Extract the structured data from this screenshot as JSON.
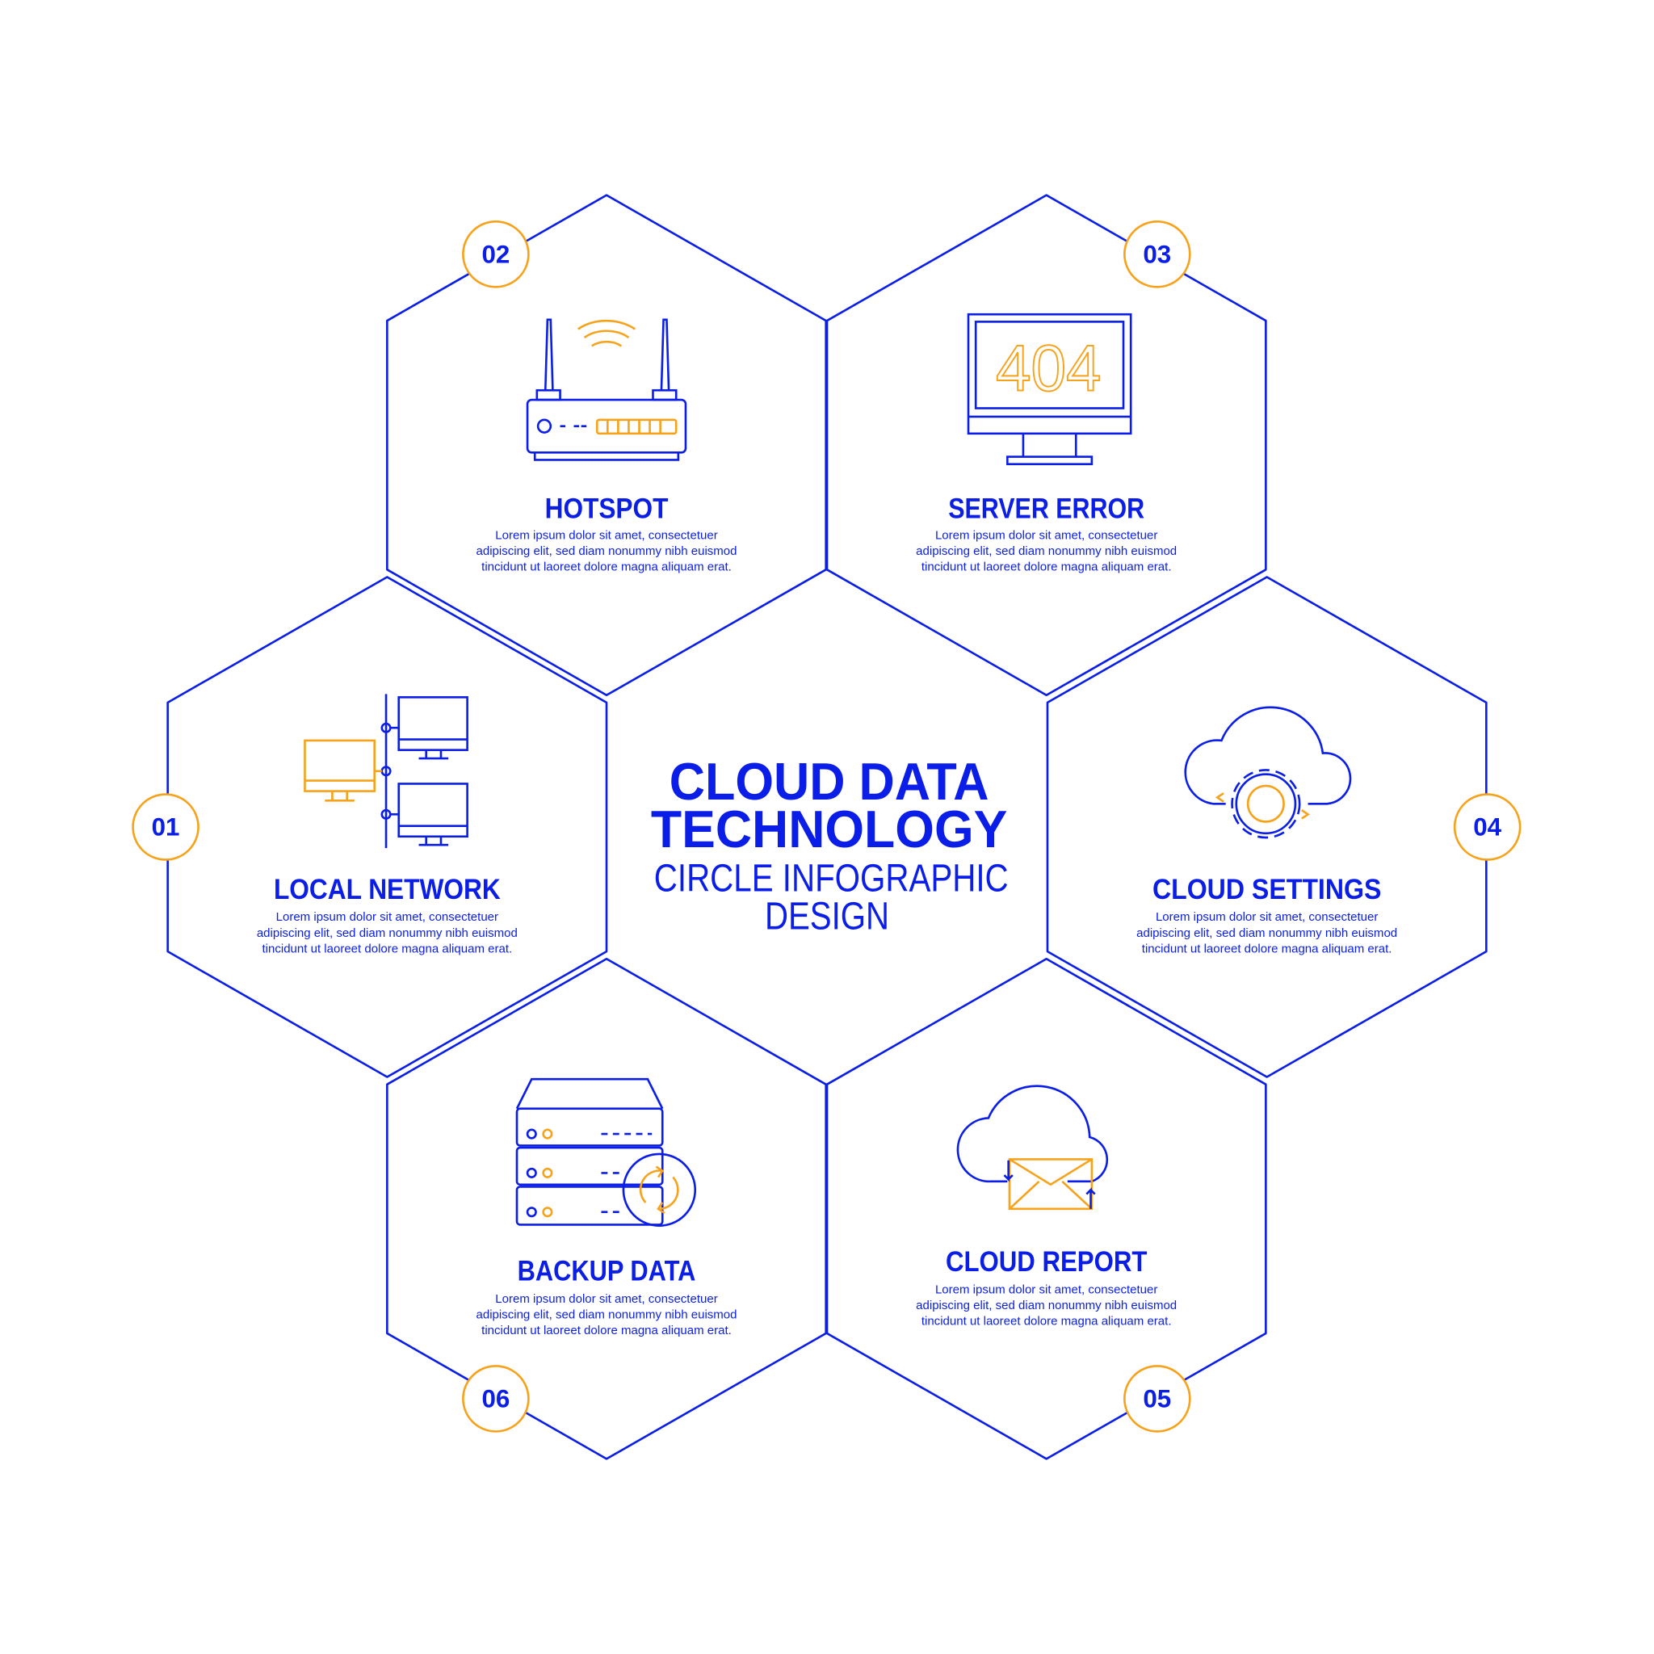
{
  "center": {
    "title_line1": "CLOUD DATA",
    "title_line2": "TECHNOLOGY",
    "subtitle_line1": "CIRCLE INFOGRAPHIC",
    "subtitle_line2": "DESIGN"
  },
  "colors": {
    "primary": "#0A1EE8",
    "accent": "#F7A21B",
    "background": "#FFFFFF"
  },
  "steps": [
    {
      "number": "01",
      "title": "LOCAL NETWORK",
      "icon": "local-network-icon",
      "body": [
        "Lorem ipsum dolor sit amet, consectetuer",
        "adipiscing elit, sed diam nonummy nibh euismod",
        "tincidunt ut laoreet dolore magna aliquam erat."
      ]
    },
    {
      "number": "02",
      "title": "HOTSPOT",
      "icon": "router-icon",
      "body": [
        "Lorem ipsum dolor sit amet, consectetuer",
        "adipiscing elit, sed diam nonummy nibh euismod",
        "tincidunt ut laoreet dolore magna aliquam erat."
      ]
    },
    {
      "number": "03",
      "title": "SERVER ERROR",
      "icon": "monitor-404-icon",
      "icon_text": "404",
      "body": [
        "Lorem ipsum dolor sit amet, consectetuer",
        "adipiscing elit, sed diam nonummy nibh euismod",
        "tincidunt ut laoreet dolore magna aliquam erat."
      ]
    },
    {
      "number": "04",
      "title": "CLOUD SETTINGS",
      "icon": "cloud-gear-icon",
      "body": [
        "Lorem ipsum dolor sit amet, consectetuer",
        "adipiscing elit, sed diam nonummy nibh euismod",
        "tincidunt ut laoreet dolore magna aliquam erat."
      ]
    },
    {
      "number": "05",
      "title": "CLOUD REPORT",
      "icon": "cloud-mail-icon",
      "body": [
        "Lorem ipsum dolor sit amet, consectetuer",
        "adipiscing elit, sed diam nonummy nibh euismod",
        "tincidunt ut laoreet dolore magna aliquam erat."
      ]
    },
    {
      "number": "06",
      "title": "BACKUP DATA",
      "icon": "server-backup-icon",
      "body": [
        "Lorem ipsum dolor sit amet, consectetuer",
        "adipiscing elit, sed diam nonummy nibh euismod",
        "tincidunt ut laoreet dolore magna aliquam erat."
      ]
    }
  ]
}
